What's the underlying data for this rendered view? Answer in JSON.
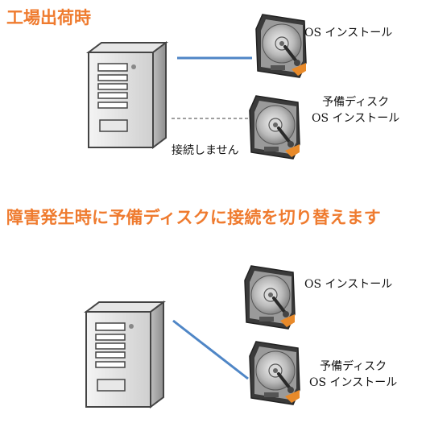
{
  "section_factory": {
    "title": "工場出荷時",
    "disk_primary_label": "OS インストール",
    "disk_spare_label_line1": "予備ディスク",
    "disk_spare_label_line2": "OS インストール",
    "not_connected_note": "接続しません"
  },
  "section_failure": {
    "title": "障害発生時に予備ディスクに接続を切り替えます",
    "disk_primary_label": "OS インストール",
    "disk_spare_label_line1": "予備ディスク",
    "disk_spare_label_line2": "OS インストール"
  },
  "colors": {
    "title": "#ef7b2f",
    "active_connection": "#4f86c6",
    "inactive_connection": "#666666",
    "disk_accent": "#e88a2a"
  }
}
